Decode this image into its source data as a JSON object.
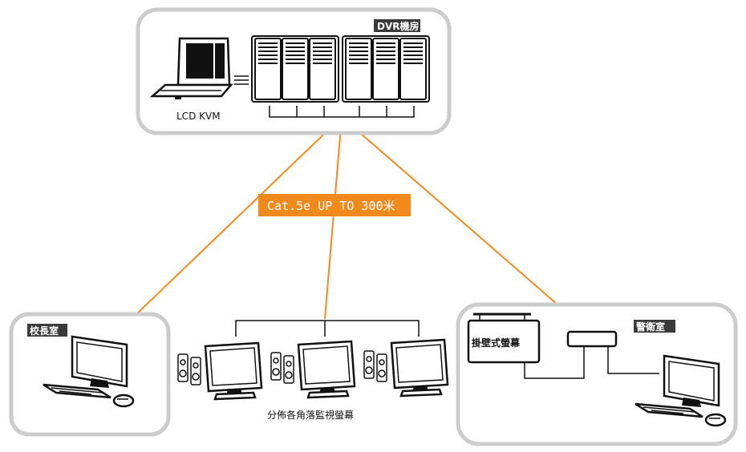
{
  "rooms": {
    "dvr": {
      "tag": "DVR機房",
      "kvm_label": "LCD KVM"
    },
    "principal": {
      "tag": "校長室"
    },
    "guard": {
      "tag": "警衛室",
      "sign_label": "掛壁式螢幕"
    }
  },
  "cable": {
    "label": "Cat.5e UP TO 300米"
  },
  "displays": {
    "label": "分佈各角落監視螢幕"
  },
  "colors": {
    "cable": "#f18a1c",
    "room_border": "#cccccc",
    "tag_bg": "#3a3a3a"
  }
}
